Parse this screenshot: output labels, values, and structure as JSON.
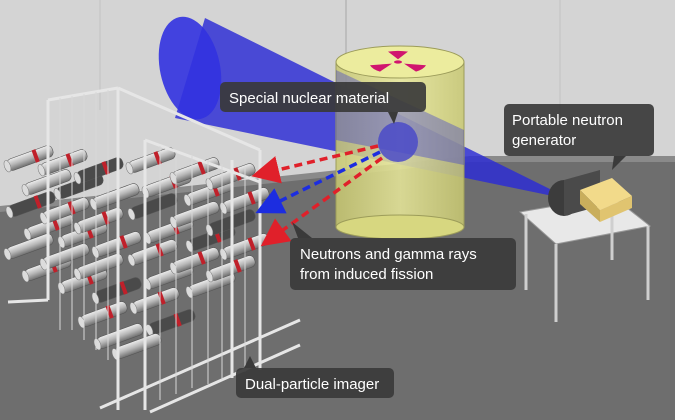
{
  "labels": {
    "snm": "Special nuclear material",
    "png_line1": "Portable neutron",
    "png_line2": "generator",
    "fission_line1": "Neutrons and gamma rays",
    "fission_line2": "from induced fission",
    "imager": "Dual-particle imager"
  },
  "colors": {
    "wall": "#cfcfcf",
    "floor": "#6e6e6e",
    "cone": "#2b2bd6",
    "container": "#e5e58a",
    "radiation_symbol": "#d0156f",
    "neutron_arrow": "#e0202a",
    "gamma_arrow": "#1c2de0",
    "callout": "#3a3a3a",
    "generator_box": "#f2da8a"
  },
  "icons": [
    "radiation-trefoil-icon"
  ]
}
